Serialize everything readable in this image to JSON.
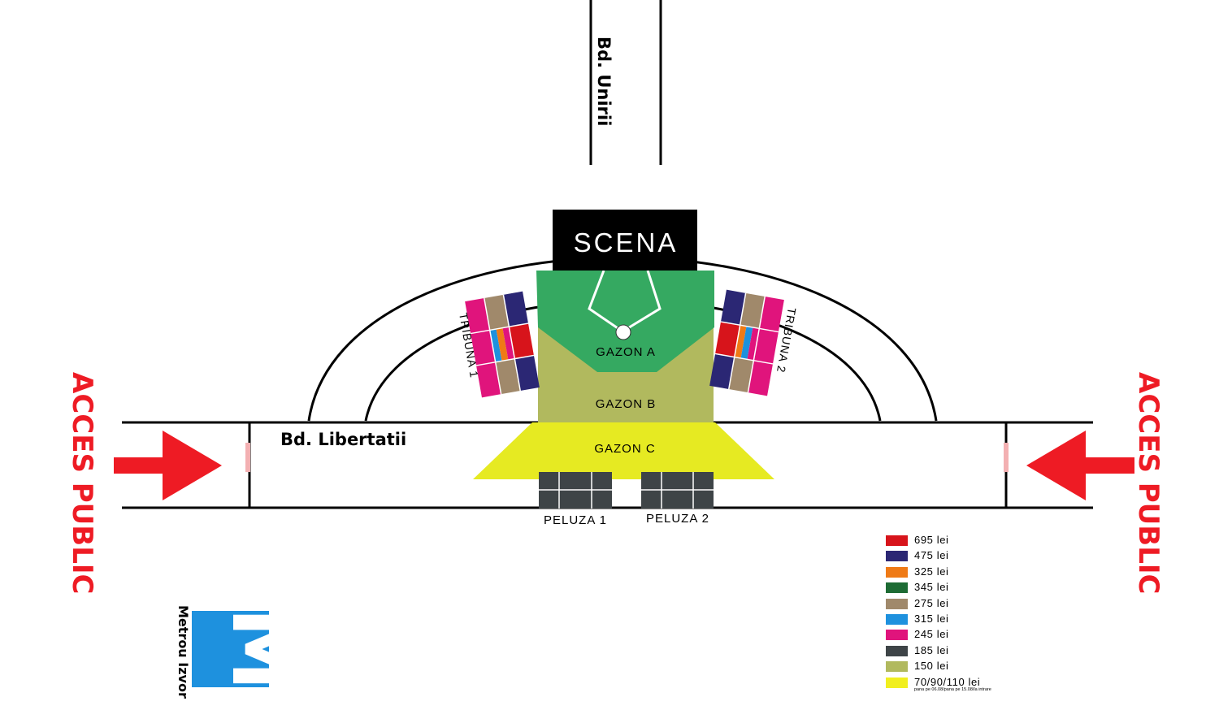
{
  "labels": {
    "street_north": "Bd. Unirii",
    "street_west": "Bd. Libertatii",
    "stage": "SCENA",
    "zone_a": "GAZON A",
    "zone_b": "GAZON B",
    "zone_c": "GAZON C",
    "stand_1": "TRIBUNA 1",
    "stand_2": "TRIBUNA 2",
    "lawn_1": "PELUZA 1",
    "lawn_2": "PELUZA 2",
    "access_left": "ACCES PUBLIC",
    "access_right": "ACCES PUBLIC",
    "metro": "Metrou Izvor",
    "metro_letter": "M"
  },
  "legend": {
    "items": [
      {
        "label": "695 lei",
        "color": "#d7141b"
      },
      {
        "label": "475 lei",
        "color": "#2b2774"
      },
      {
        "label": "325 lei",
        "color": "#ef7a16"
      },
      {
        "label": "345 lei",
        "color": "#1d6b34"
      },
      {
        "label": "275 lei",
        "color": "#a0896b"
      },
      {
        "label": "315 lei",
        "color": "#1e91de"
      },
      {
        "label": "245 lei",
        "color": "#e0147c"
      },
      {
        "label": "185 lei",
        "color": "#3e4447"
      },
      {
        "label": "150 lei",
        "color": "#b1b95e"
      },
      {
        "label": "70/90/110 lei",
        "color": "#f1ef1f"
      }
    ],
    "note": "pana pe 06.08/pana pe 15.08/la intrare"
  },
  "colors": {
    "stage": "#000000",
    "zone_a": "#35a961",
    "zone_b": "#b1b95e",
    "zone_c": "#e6ea22",
    "peluza": "#3e4447",
    "access_red": "#ee1b24",
    "metro_blue": "#1e91de"
  }
}
